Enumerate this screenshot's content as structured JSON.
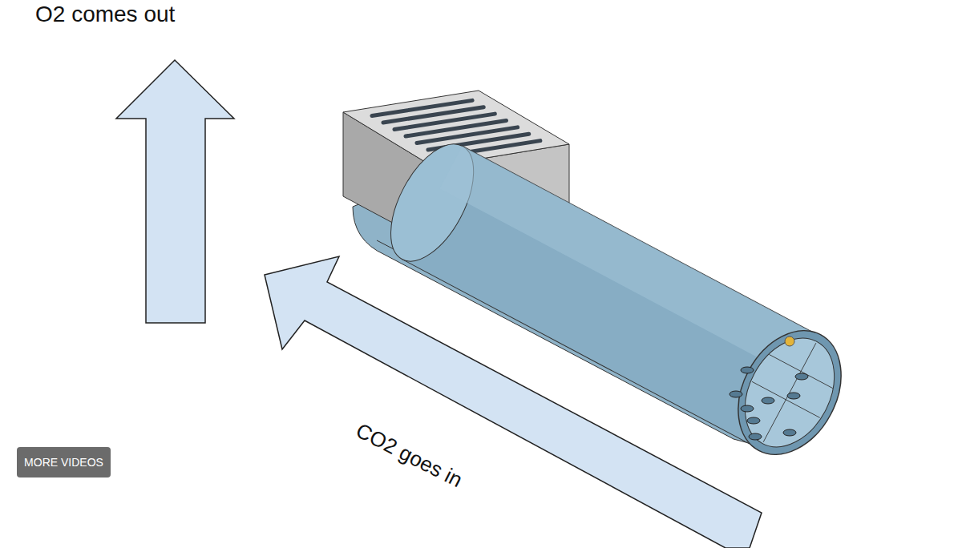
{
  "diagram": {
    "nodes": [
      {
        "text": [
          "MORE VIDEOS"
        ]
      }
    ],
    "labels": [
      "O2 comes out",
      "CO2 goes in"
    ]
  }
}
